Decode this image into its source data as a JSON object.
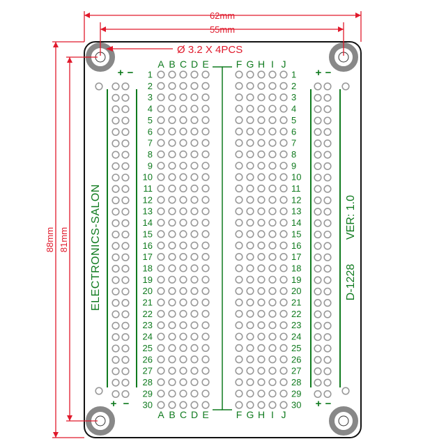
{
  "dimensions": {
    "width_total": "62mm",
    "width_holes": "55mm",
    "height_total": "88mm",
    "height_holes": "81mm",
    "hole_spec": "Ø 3.2 X 4PCS"
  },
  "board": {
    "brand": "ELECTRONICS-SALON",
    "version": "VER: 1.0",
    "model": "D-1228",
    "columns_left": [
      "A",
      "B",
      "C",
      "D",
      "E"
    ],
    "columns_right": [
      "F",
      "G",
      "H",
      "I",
      "J"
    ],
    "row_count": 30,
    "rail_plus": "+",
    "rail_minus": "−"
  },
  "colors": {
    "dimension_line": "#e0192b",
    "silkscreen": "#0f7a1e",
    "board_outline": "#111111",
    "pad_ring": "#999999",
    "mount_hole": "#888888"
  }
}
